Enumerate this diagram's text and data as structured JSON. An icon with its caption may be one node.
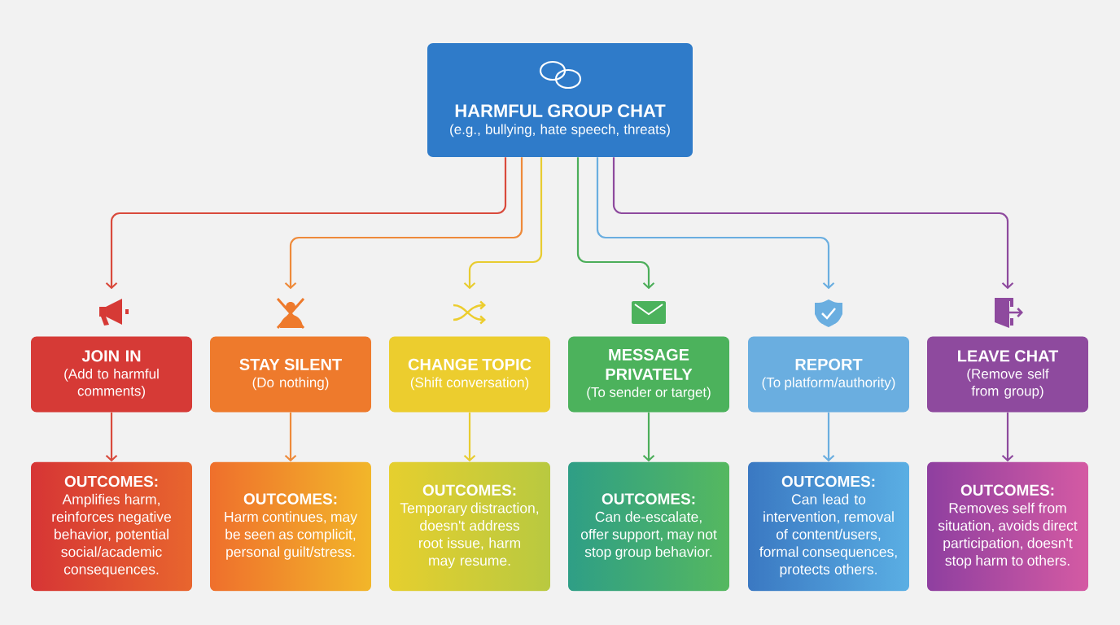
{
  "diagram": {
    "nodes": [
      {
        "text": [
          "HARMFUL GROUP CHAT",
          "(e.g., bullying, hate speech, threats)"
        ]
      },
      {
        "text": [
          "JOIN IN",
          "(Add to harmful comments)"
        ]
      },
      {
        "text": [
          "STAY SILENT",
          "(Do nothing)"
        ]
      },
      {
        "text": [
          "CHANGE TOPIC",
          "(Shift conversation)"
        ]
      },
      {
        "text": [
          "MESSAGE PRIVATELY",
          "(To sender or target)"
        ]
      },
      {
        "text": [
          "REPORT",
          "(To platform/authority)"
        ]
      },
      {
        "text": [
          "LEAVE CHAT",
          "(Remove self from group)"
        ]
      },
      {
        "text": [
          "OUTCOMES:",
          "Amplifies harm, reinforces negative behavior, potential social/academic consequences."
        ]
      },
      {
        "text": [
          "OUTCOMES:",
          "Harm continues, may be seen as complicit, personal guilt/stress."
        ]
      },
      {
        "text": [
          "OUTCOMES:",
          "Temporary distraction, doesn't address root issue, harm may resume."
        ]
      },
      {
        "text": [
          "OUTCOMES:",
          "Can de-escalate, offer support, may not stop group behavior."
        ]
      },
      {
        "text": [
          "OUTCOMES:",
          "Can lead to intervention, removal of content/users, formal consequences, protects others."
        ]
      },
      {
        "text": [
          "OUTCOMES:",
          "Removes self from situation, avoids direct participation, doesn't stop harm to others."
        ]
      }
    ],
    "edges": [
      {
        "from": 0,
        "to": 1,
        "arrow": "to",
        "color": "#d94a3c"
      },
      {
        "from": 0,
        "to": 2,
        "arrow": "to",
        "color": "#ee8a3a"
      },
      {
        "from": 0,
        "to": 3,
        "arrow": "to",
        "color": "#e8cc30"
      },
      {
        "from": 0,
        "to": 4,
        "arrow": "to",
        "color": "#4cae5a"
      },
      {
        "from": 0,
        "to": 5,
        "arrow": "to",
        "color": "#6aaee0"
      },
      {
        "from": 0,
        "to": 6,
        "arrow": "to",
        "color": "#8e4a9e"
      },
      {
        "from": 1,
        "to": 7,
        "arrow": "to",
        "color": "#d94a3c"
      },
      {
        "from": 2,
        "to": 8,
        "arrow": "to",
        "color": "#ee8a3a"
      },
      {
        "from": 3,
        "to": 9,
        "arrow": "to",
        "color": "#e8cc30"
      },
      {
        "from": 4,
        "to": 10,
        "arrow": "to",
        "color": "#4cae5a"
      },
      {
        "from": 5,
        "to": 11,
        "arrow": "to",
        "color": "#6aaee0"
      },
      {
        "from": 6,
        "to": 12,
        "arrow": "to",
        "color": "#8e4a9e"
      }
    ]
  }
}
